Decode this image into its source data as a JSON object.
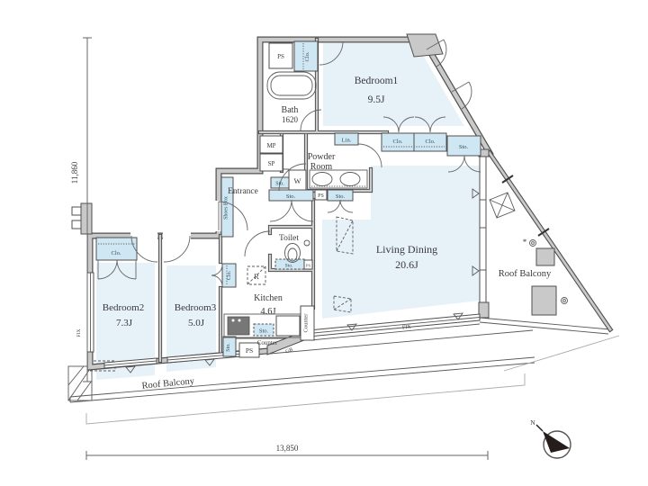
{
  "plan": {
    "dimensions": {
      "left": "11,860",
      "bottom": "13,850"
    },
    "compass": {
      "north": "N"
    },
    "rooms": {
      "bedroom1": {
        "name": "Bedroom1",
        "area": "9.5J"
      },
      "bedroom2": {
        "name": "Bedroom2",
        "area": "7.3J"
      },
      "bedroom3": {
        "name": "Bedroom3",
        "area": "5.0J"
      },
      "living_dining": {
        "name": "Living Dining",
        "area": "20.6J"
      },
      "kitchen": {
        "name": "Kitchen",
        "area": "4.6J"
      },
      "bath": {
        "name": "Bath",
        "size": "1620"
      },
      "powder_room": {
        "line1": "Powder",
        "line2": "Room"
      },
      "toilet": "Toilet",
      "entrance": "Entrance",
      "roof_balcony_right": "Roof Balcony",
      "roof_balcony_bottom": "Roof Balcony"
    },
    "fixtures": {
      "shoes_box": "Shoes Box",
      "washer": "W",
      "fridge": "R",
      "linen": "Lin.",
      "mp": "MP",
      "sp": "SP",
      "closet": "Clo.",
      "storage": "Sto.",
      "pipe_space": "PS",
      "counter": "Counter",
      "fixed_window": "FIX",
      "gas_box": "GB",
      "mark": "*"
    },
    "colors": {
      "closet_fill": "#cfe7f3",
      "room_tint": "#e7f1f8",
      "wall_gray": "#c9c9c9"
    }
  }
}
